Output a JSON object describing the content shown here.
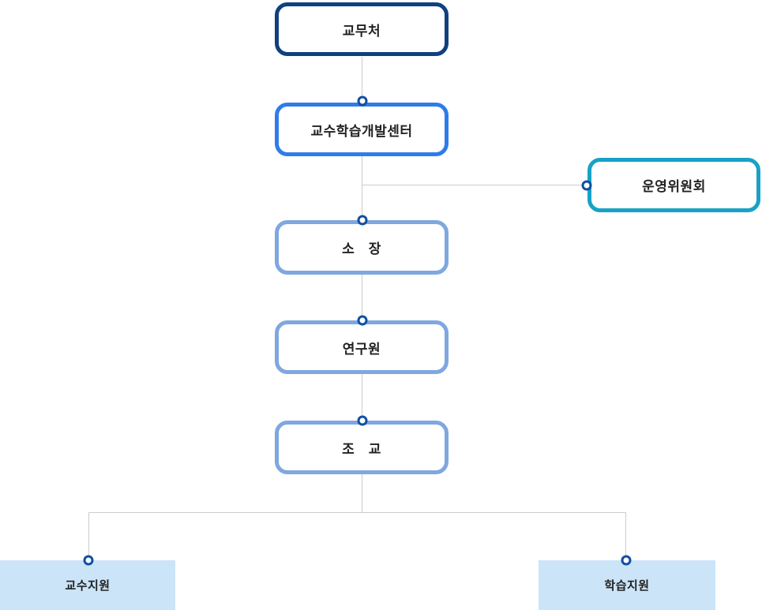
{
  "diagram": {
    "type": "org-chart",
    "nodes": [
      {
        "key": "academic-affairs-office",
        "label": "교무처",
        "style": "navy-outline"
      },
      {
        "key": "teaching-learning-center",
        "label": "교수학습개발센터",
        "style": "blue-outline"
      },
      {
        "key": "steering-committee",
        "label": "운영위원회",
        "style": "teal-outline"
      },
      {
        "key": "director",
        "label": "소　장",
        "style": "light-blue-outline"
      },
      {
        "key": "researcher",
        "label": "연구원",
        "style": "light-blue-outline"
      },
      {
        "key": "teaching-assistant",
        "label": "조　교",
        "style": "light-blue-outline"
      },
      {
        "key": "faculty-support",
        "label": "교수지원",
        "style": "light-blue-fill"
      },
      {
        "key": "learning-support",
        "label": "학습지원",
        "style": "light-blue-fill"
      }
    ],
    "edges": [
      {
        "from": "academic-affairs-office",
        "to": "teaching-learning-center"
      },
      {
        "from": "teaching-learning-center",
        "to": "steering-committee"
      },
      {
        "from": "teaching-learning-center",
        "to": "director"
      },
      {
        "from": "director",
        "to": "researcher"
      },
      {
        "from": "researcher",
        "to": "teaching-assistant"
      },
      {
        "from": "teaching-assistant",
        "to": "faculty-support"
      },
      {
        "from": "teaching-assistant",
        "to": "learning-support"
      }
    ],
    "colors": {
      "navy": "#10407f",
      "blue": "#2e7ce9",
      "teal": "#17a2c6",
      "light_blue": "#7fa7e0",
      "dot_ring": "#0f4fa0",
      "bottom_fill": "#cbe4f8",
      "connector": "#cccccc",
      "text": "#222222"
    }
  }
}
